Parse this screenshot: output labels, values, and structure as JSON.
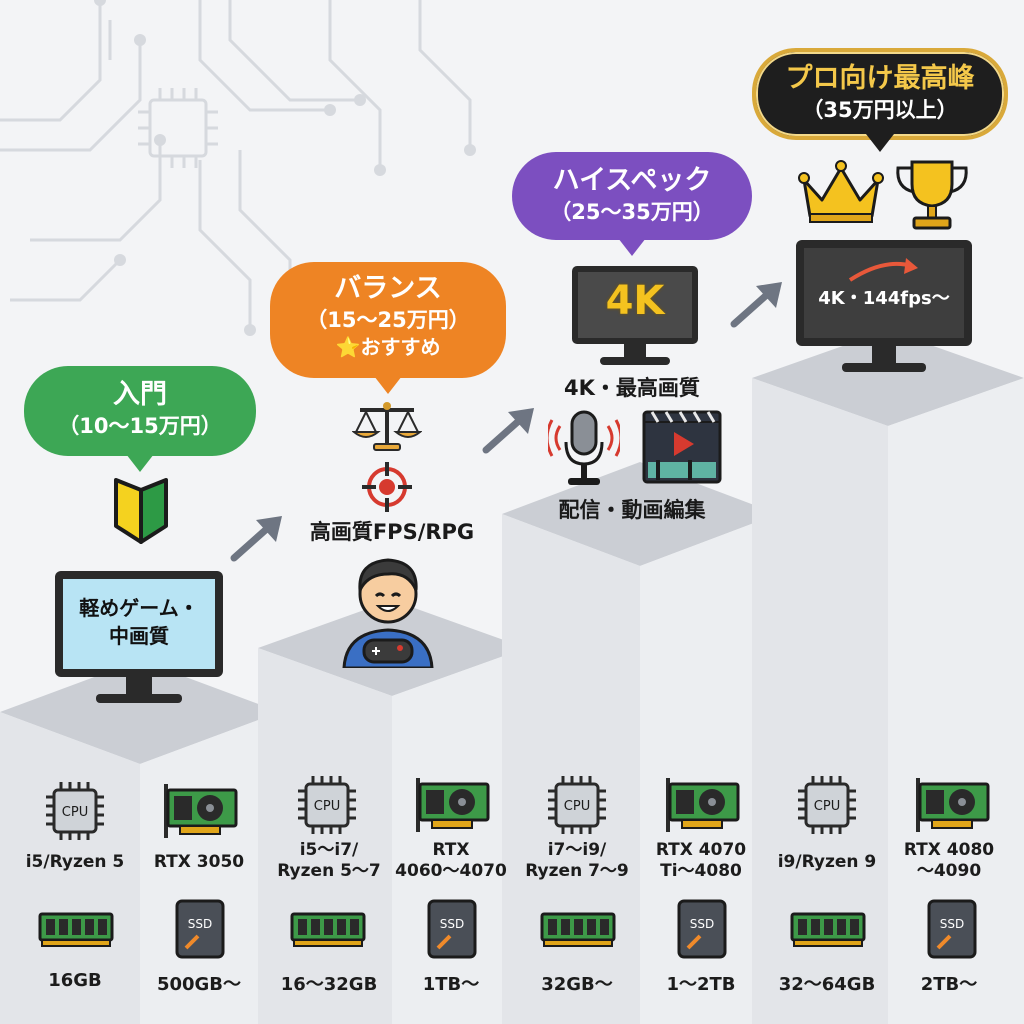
{
  "tiers": [
    {
      "id": "entry",
      "badge_title": "入門",
      "badge_price": "（10〜15万円）",
      "monitor_text_line1": "軽めゲーム・",
      "monitor_text_line2": "中画質",
      "color": "#3da755",
      "specs": {
        "cpu": "i5/Ryzen 5",
        "gpu": "RTX 3050",
        "ram": "16GB",
        "storage": "500GB〜"
      }
    },
    {
      "id": "balance",
      "badge_title": "バランス",
      "badge_price": "（15〜25万円）",
      "badge_note": "⭐おすすめ",
      "feature_label": "高画質FPS/RPG",
      "color": "#ee8424",
      "specs": {
        "cpu": "i5〜i7/\nRyzen 5〜7",
        "gpu": "RTX\n4060〜4070",
        "ram": "16〜32GB",
        "storage": "1TB〜"
      }
    },
    {
      "id": "high",
      "badge_title": "ハイスペック",
      "badge_price": "（25〜35万円）",
      "monitor_text": "4K",
      "feature_label_1": "4K・最高画質",
      "feature_label_2": "配信・動画編集",
      "color": "#7c4fc0",
      "specs": {
        "cpu": "i7〜i9/\nRyzen 7〜9",
        "gpu": "RTX 4070\nTi〜4080",
        "ram": "32GB〜",
        "storage": "1〜2TB"
      }
    },
    {
      "id": "pro",
      "badge_title": "プロ向け最高峰",
      "badge_price": "（35万円以上）",
      "monitor_text": "4K・144fps〜",
      "color": "#1e1e1e",
      "accent": "#d9a93a",
      "specs": {
        "cpu": "i9/Ryzen 9",
        "gpu": "RTX 4080\n〜4090",
        "ram": "32〜64GB",
        "storage": "2TB〜"
      }
    }
  ],
  "icons": {
    "cpu_chip_label": "CPU",
    "ssd_label": "SSD",
    "beginner_mark": "beginner-mark-icon",
    "scale": "balance-scale-icon",
    "target": "crosshair-icon",
    "gamer": "gamer-avatar-icon",
    "microphone": "microphone-icon",
    "video": "video-editing-icon",
    "crown": "crown-icon",
    "trophy": "trophy-icon",
    "arrow": "step-up-arrow-icon"
  }
}
